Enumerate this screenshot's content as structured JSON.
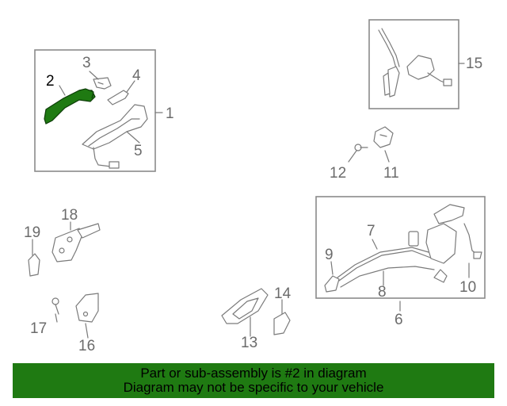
{
  "callouts": {
    "c1": "1",
    "c2": "2",
    "c3": "3",
    "c4": "4",
    "c5": "5",
    "c6": "6",
    "c7": "7",
    "c8": "8",
    "c9": "9",
    "c10": "10",
    "c11": "11",
    "c12": "12",
    "c13": "13",
    "c14": "14",
    "c15": "15",
    "c16": "16",
    "c17": "17",
    "c18": "18",
    "c19": "19"
  },
  "highlight": {
    "part": "2",
    "color": "#1f7a12"
  },
  "banner": {
    "line1": "Part or sub-assembly is #2 in diagram",
    "line2": "Diagram may not be specific to your vehicle",
    "color": "#1f7a12"
  }
}
